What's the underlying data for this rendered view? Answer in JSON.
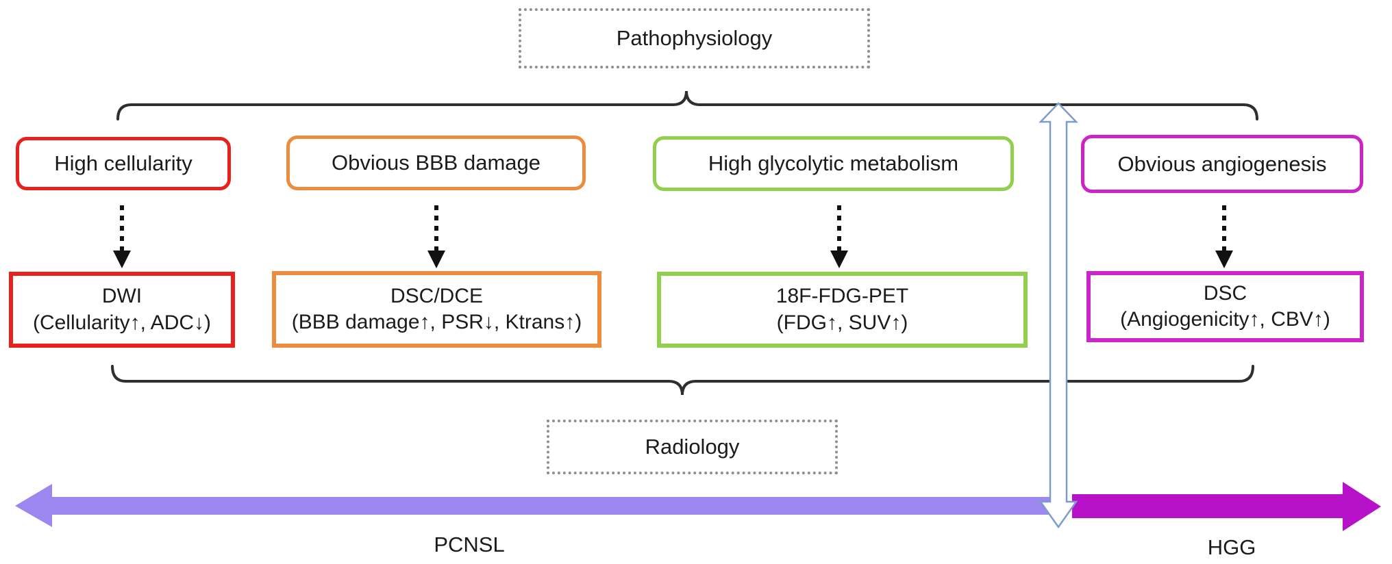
{
  "colors": {
    "red": "#e8211d",
    "orange": "#ec8c3f",
    "green": "#90d04d",
    "magenta": "#cb24c7",
    "pcnsl_arrow": "#9b87ef",
    "hgg_arrow": "#b711c9",
    "double_arrow_stroke": "#7e9cc9",
    "dotted_border": "#8f8f8f",
    "brace": "#2f2f2f",
    "arrow_black": "#111111"
  },
  "pathophysiology_label": "Pathophysiology",
  "radiology_label": "Radiology",
  "columns": [
    {
      "pathophysiology": "High cellularity",
      "modality": "DWI",
      "findings": "(Cellularity↑, ADC↓)"
    },
    {
      "pathophysiology": "Obvious BBB damage",
      "modality": "DSC/DCE",
      "findings": "(BBB damage↑, PSR↓, Ktrans↑)"
    },
    {
      "pathophysiology": "High glycolytic metabolism",
      "modality": "18F-FDG-PET",
      "findings": "(FDG↑, SUV↑)"
    },
    {
      "pathophysiology": "Obvious angiogenesis",
      "modality": "DSC",
      "findings": "(Angiogenicity↑, CBV↑)"
    }
  ],
  "spectrum": {
    "left_label": "PCNSL",
    "right_label": "HGG"
  }
}
